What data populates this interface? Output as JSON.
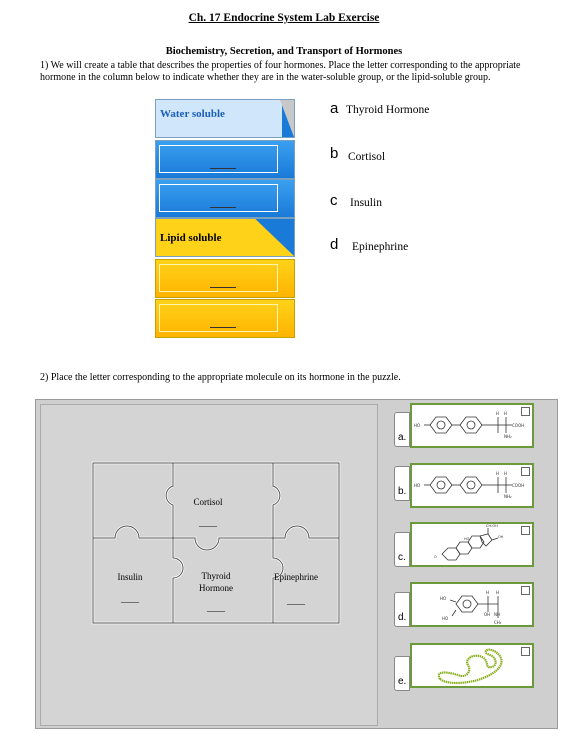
{
  "header": {
    "title": "Ch. 17 Endocrine System Lab Exercise",
    "subtitle": "Biochemistry, Secretion, and Transport of Hormones"
  },
  "question1": {
    "text": "1) We will create a table that describes the properties of four hormones.  Place the letter corresponding to the appropriate hormone in the column below to indicate whether they are in the water-soluble group, or the lipid-soluble group.",
    "water_label": "Water soluble",
    "lipid_label": "Lipid soluble",
    "blank": "____",
    "options": [
      {
        "letter": "a",
        "name": "Thyroid Hormone"
      },
      {
        "letter": "b",
        "name": "Cortisol"
      },
      {
        "letter": "c",
        "name": "Insulin"
      },
      {
        "letter": "d",
        "name": "Epinephrine"
      }
    ]
  },
  "question2": {
    "text": "2) Place the letter corresponding to the appropriate molecule on its hormone in the puzzle.",
    "pieces": {
      "cortisol": "Cortisol",
      "insulin": "Insulin",
      "thyroid": "Thyroid Hormone",
      "epinephrine": "Epinephrine",
      "blank": "____"
    },
    "tabs": [
      "a.",
      "b.",
      "c.",
      "d.",
      "e."
    ],
    "mol_labels": {
      "ho": "HO",
      "cooh": "COOH",
      "nh2": "NH₂",
      "h": "H",
      "ch2oh": "CH₂OH",
      "oh": "OH",
      "nh": "NH",
      "ch3": "CH₃",
      "o": "O",
      "c": "C"
    }
  },
  "colors": {
    "water_blue": "#1a7ad8",
    "lipid_yellow": "#ffd21a",
    "molecule_border": "#6a9a3a",
    "peptide_green": "#8ab020"
  }
}
